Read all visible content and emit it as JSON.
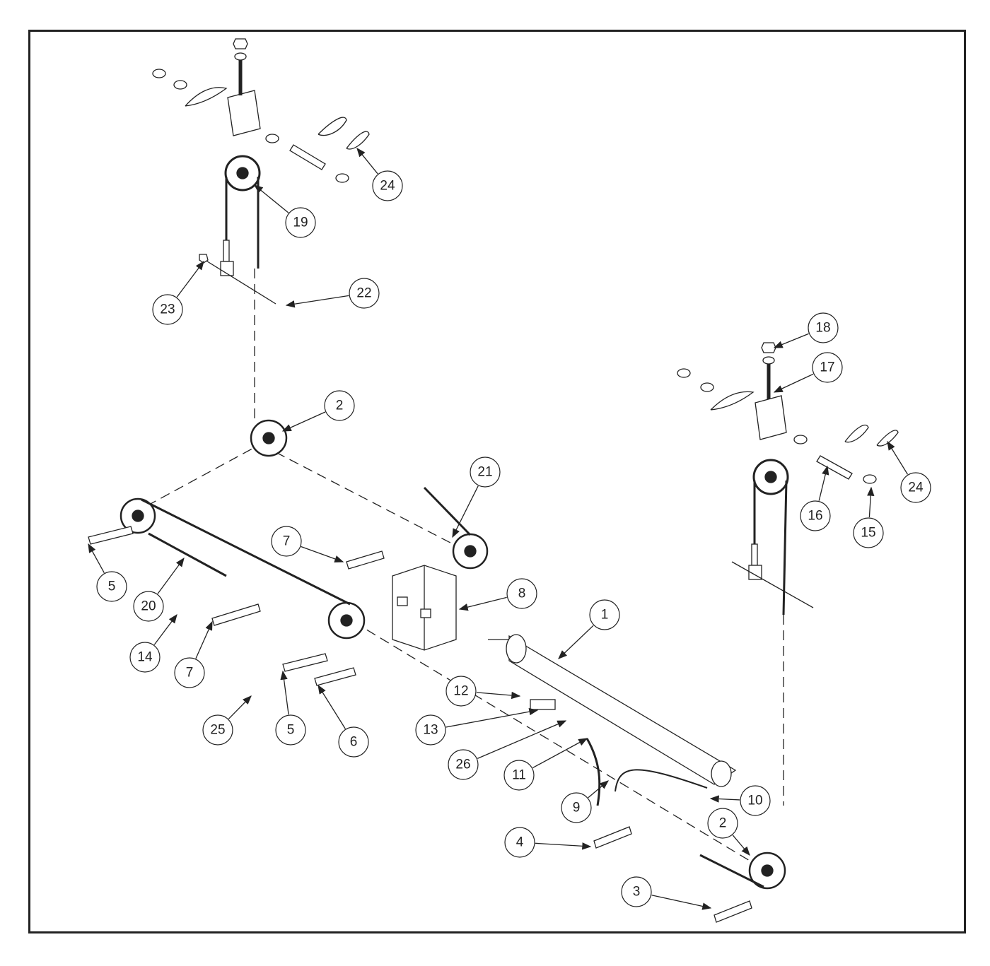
{
  "diagram": {
    "type": "exploded parts diagram",
    "callouts": [
      "24",
      "19",
      "22",
      "23",
      "18",
      "17",
      "2",
      "21",
      "24",
      "16",
      "15",
      "7",
      "5",
      "8",
      "20",
      "1",
      "14",
      "7",
      "12",
      "25",
      "5",
      "6",
      "13",
      "26",
      "11",
      "9",
      "10",
      "2",
      "4",
      "3"
    ]
  }
}
